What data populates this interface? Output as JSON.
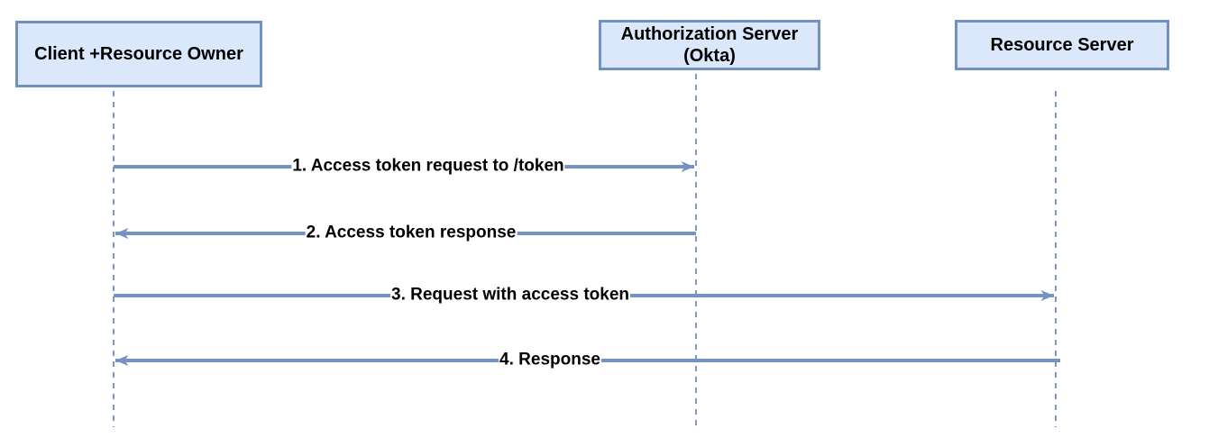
{
  "diagram": {
    "type": "sequence-diagram",
    "actors": [
      {
        "id": "client",
        "label": "Client +Resource Owner"
      },
      {
        "id": "authorization-server",
        "label_line1": "Authorization Server",
        "label_line2": "(Okta)"
      },
      {
        "id": "resource-server",
        "label": "Resource Server"
      }
    ],
    "messages": [
      {
        "seq": 1,
        "label": "1. Access token request to /token",
        "from": "client",
        "to": "authorization-server",
        "direction": "right"
      },
      {
        "seq": 2,
        "label": "2. Access token response",
        "from": "authorization-server",
        "to": "client",
        "direction": "left"
      },
      {
        "seq": 3,
        "label": "3. Request with access token",
        "from": "client",
        "to": "resource-server",
        "direction": "right"
      },
      {
        "seq": 4,
        "label": "4. Response",
        "from": "resource-server",
        "to": "client",
        "direction": "left"
      }
    ],
    "colors": {
      "actor_fill": "#dbe8fc",
      "actor_border": "#7191c4",
      "arrow": "#7492c4",
      "lifeline": "#7f98c1",
      "text": "#000000",
      "background": "#ffffff"
    }
  }
}
